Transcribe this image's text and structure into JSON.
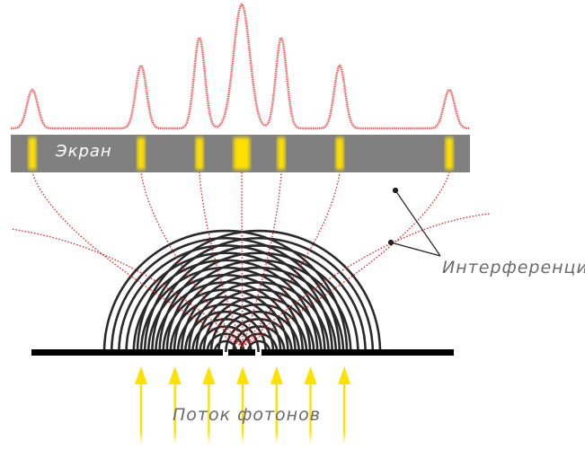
{
  "labels": {
    "screen": "Экран",
    "interference": "Интерференция",
    "photon_stream": "Поток фотонов"
  },
  "colors": {
    "screen": "#808080",
    "band": "#ffe100",
    "curve": "#f06060",
    "rays": "#e02020",
    "waves": "#2a2a2a",
    "arrows": "#ffe100"
  },
  "pattern": {
    "bands": [
      {
        "pos": 36,
        "intensity": 0.3
      },
      {
        "pos": 157,
        "intensity": 0.5
      },
      {
        "pos": 222,
        "intensity": 0.74
      },
      {
        "pos": 269,
        "intensity": 1.0
      },
      {
        "pos": 313,
        "intensity": 0.74
      },
      {
        "pos": 378,
        "intensity": 0.5
      },
      {
        "pos": 500,
        "intensity": 0.3
      }
    ]
  },
  "photon_arrows": 7
}
